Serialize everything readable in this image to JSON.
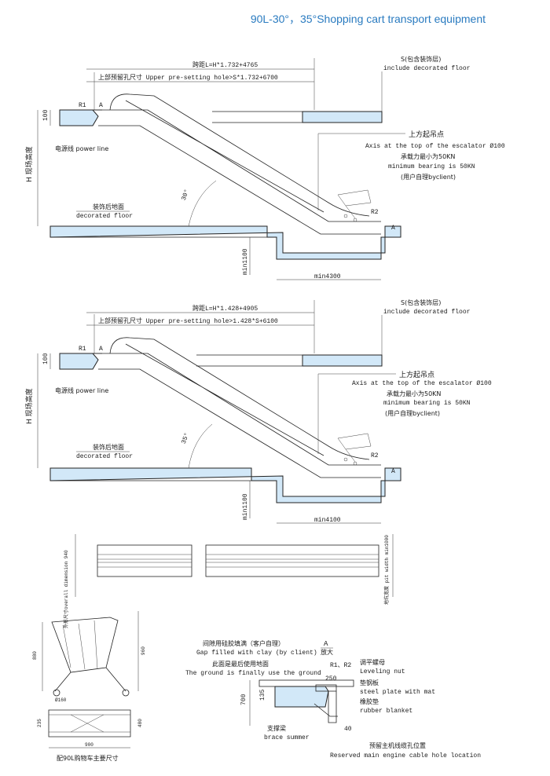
{
  "title": "90L-30°，35°Shopping cart transport equipment",
  "colors": {
    "title": "#2a7bc0",
    "pit_fill": "#d2e8f8"
  },
  "diagram30": {
    "span": "跨距L=H*1.732+4765",
    "upper_hole": "上部预留孔尺寸 Upper pre-setting hole>S*1.732+6700",
    "s_label_cn": "S(包含装饰层)",
    "s_label_en": "include decorated floor",
    "r1": "R1",
    "a_top": "A",
    "dim_100": "100",
    "power_line": "电源线 power line",
    "height_label": "H 现场高度",
    "angle": "30°",
    "lift_cn": "上方起吊点",
    "axis_text": "Axis at the top of the escalator Ø100",
    "bearing_cn": "承载力最小为50KN",
    "bearing_en": "minimum bearing is 50KN",
    "client": "(用户自理byclient)",
    "floor_cn": "装饰后地面",
    "floor_en": "decorated floor",
    "r2": "R2",
    "a_bottom": "A",
    "min1100": "min1100",
    "min_len": "min4300"
  },
  "diagram35": {
    "span": "跨距L=H*1.428+4905",
    "upper_hole": "上部预留孔尺寸 Upper pre-setting hole>1.428*S+6100",
    "s_label_cn": "S(包含装饰层)",
    "s_label_en": "include decorated floor",
    "r1": "R1",
    "a_top": "A",
    "dim_100": "100",
    "power_line": "电源线 power line",
    "height_label": "H 现场高度",
    "angle": "35°",
    "lift_cn": "上方起吊点",
    "axis_text": "Axis at the top of the escalator Ø100",
    "bearing_cn": "承载力最小为50KN",
    "bearing_en": "minimum bearing is 50KN",
    "client": "(用户自理byclient)",
    "floor_cn": "装饰后地面",
    "floor_en": "decorated floor",
    "r2": "R2",
    "a_bottom": "A",
    "min1100": "min1100",
    "min_len": "min4100"
  },
  "plan": {
    "overall": "外形尺寸overall dimension 940",
    "pit_width": "地坑宽度 pit width min1000"
  },
  "cart": {
    "h880": "880",
    "h960": "960",
    "d160": "Ø160",
    "d235": "235",
    "d480": "480",
    "w900": "900",
    "caption": "配90L购物车主要尺寸"
  },
  "detail": {
    "gap_cn": "间隙用硅胶填满（客户自理）",
    "gap_en": "Gap filled with clay (by client)",
    "a_title": "A",
    "a_scale": "放大",
    "ground_cn": "此面是最后使用地面",
    "ground_en": "The ground is finally use the ground",
    "r1r2": "R1、R2",
    "nut_cn": "调平螺母",
    "nut_en": "Leveling nut",
    "d250": "250",
    "plate_cn": "垫钢板",
    "plate_en": "steel plate with mat",
    "blanket_cn": "橡胶垫",
    "blanket_en": "rubber blanket",
    "d700": "700",
    "d135": "135",
    "d40": "40",
    "brace_cn": "支撑梁",
    "brace_en": "brace summer",
    "cable_cn": "预留主机线缆孔位置",
    "cable_en": "Reserved main engine cable hole location"
  }
}
